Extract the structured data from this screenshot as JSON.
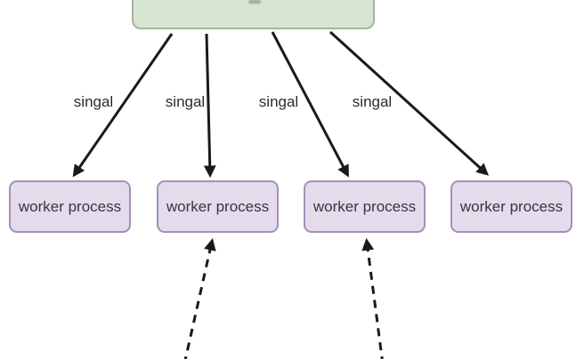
{
  "diagram": {
    "top_node": {
      "note": "box cut off at top edge; only bottom of node and a text fragment visible"
    },
    "signal_edges": [
      {
        "label": "singal"
      },
      {
        "label": "singal"
      },
      {
        "label": "singal"
      },
      {
        "label": "singal"
      }
    ],
    "worker_nodes": [
      {
        "label": "worker process"
      },
      {
        "label": "worker process"
      },
      {
        "label": "worker process"
      },
      {
        "label": "worker process"
      }
    ],
    "dashed_edges_count": 2,
    "colors": {
      "top_node_fill": "#d6e6d2",
      "top_node_border": "#a3b59d",
      "worker_fill": "#e4dcec",
      "worker_border": "#a58fba",
      "arrow": "#1a1a1a",
      "label_text": "#2b2b2b",
      "background": "#ffffff"
    }
  }
}
